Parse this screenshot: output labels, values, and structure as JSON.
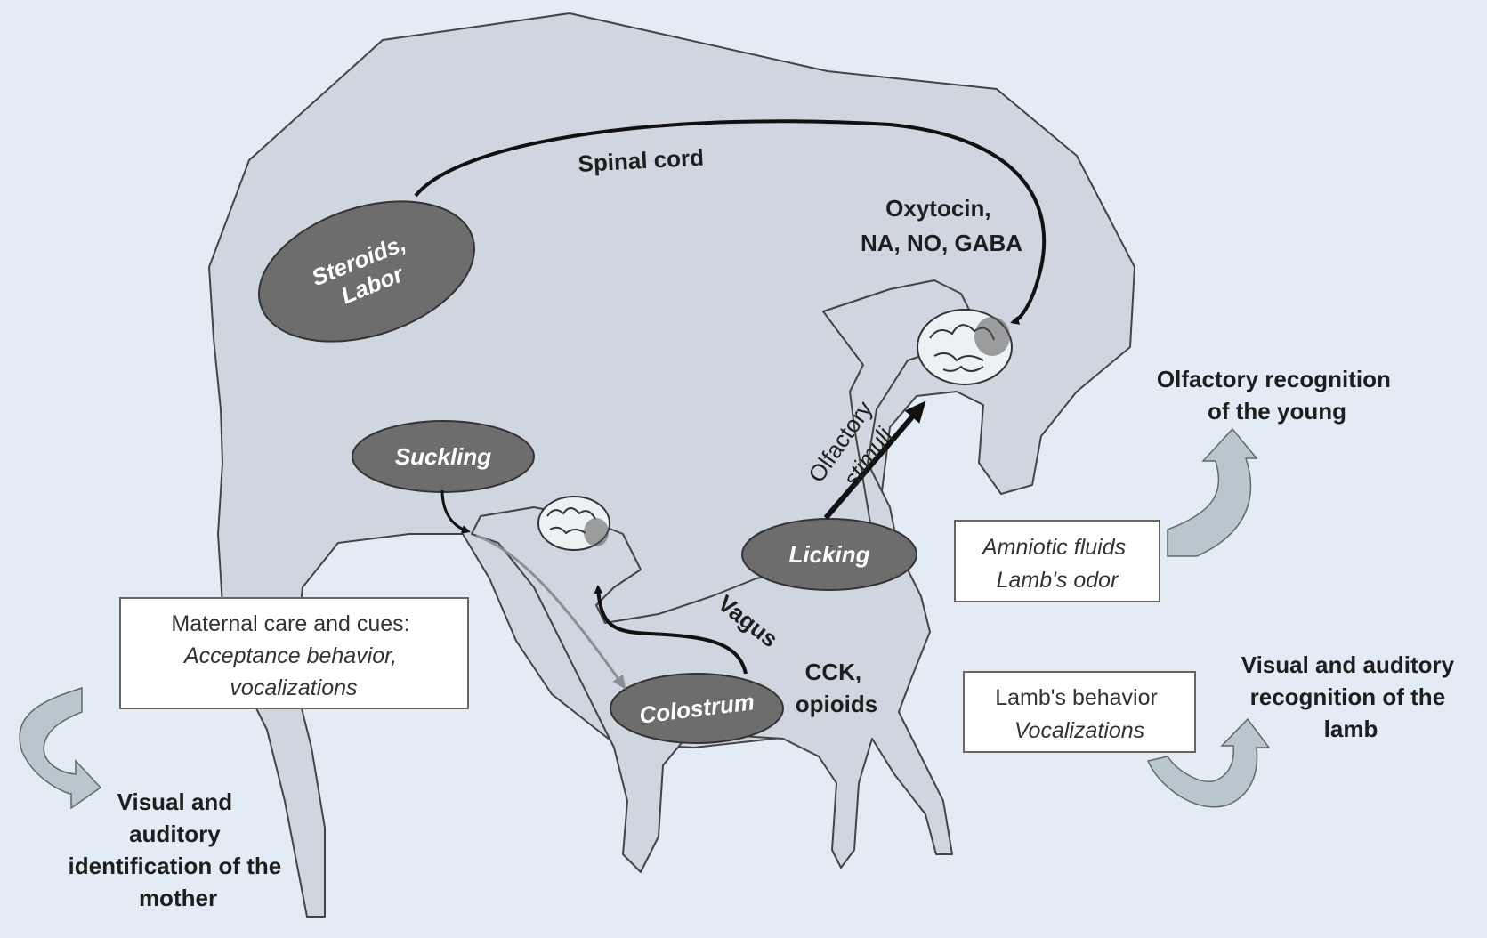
{
  "diagram": {
    "spinal_cord": "Spinal cord",
    "oxytocin": [
      "Oxytocin,",
      "NA, NO, GABA"
    ],
    "steroids": [
      "Steroids,",
      "Labor"
    ],
    "suckling": "Suckling",
    "licking": "Licking",
    "colostrum": "Colostrum",
    "olfactory_stimuli": [
      "Olfactory",
      "stimuli"
    ],
    "vagus": "Vagus",
    "cck": [
      "CCK,",
      "opioids"
    ],
    "olfactory_recognition": [
      "Olfactory recognition",
      "of the young"
    ],
    "amniotic_box": [
      "Amniotic fluids",
      "Lamb's odor"
    ],
    "maternal_box": [
      "Maternal care and cues:",
      "Acceptance behavior,",
      "vocalizations"
    ],
    "lamb_box": [
      "Lamb's behavior",
      "Vocalizations"
    ],
    "visual_lamb": [
      "Visual and auditory",
      "recognition of the",
      "lamb"
    ],
    "visual_mother": [
      "Visual and",
      "auditory",
      "identification of the",
      "mother"
    ]
  },
  "colors": {
    "background": "#e3ecf5",
    "silhouette_fill": "#cfd6df",
    "oval_fill": "#6d6d6d",
    "box_fill": "#ffffff",
    "curved_arrow_fill": "#b9c6cd"
  }
}
